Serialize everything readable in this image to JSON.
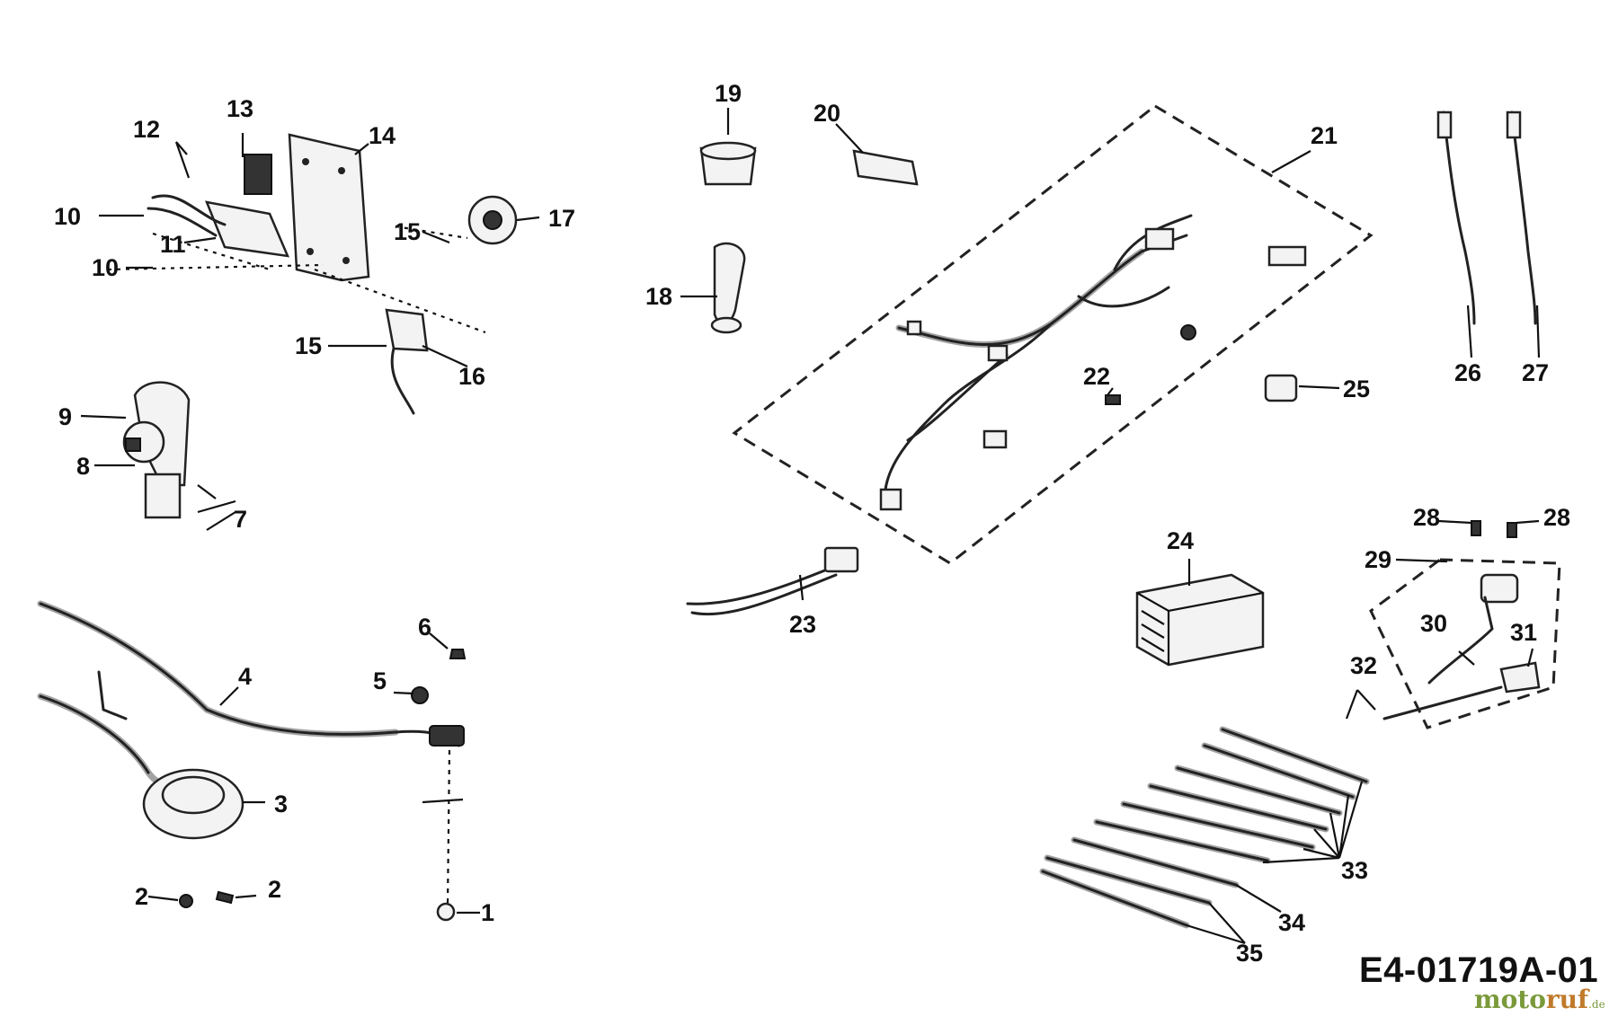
{
  "diagram": {
    "drawing_code": "E4-01719A-01",
    "watermark": {
      "part_a": "moto",
      "part_b": "ruf",
      "part_c": ".de"
    },
    "callouts": [
      "1",
      "2",
      "2",
      "3",
      "4",
      "5",
      "6",
      "7",
      "8",
      "9",
      "10",
      "10",
      "11",
      "12",
      "13",
      "14",
      "15",
      "15",
      "16",
      "17",
      "18",
      "19",
      "20",
      "21",
      "22",
      "23",
      "24",
      "25",
      "26",
      "27",
      "28",
      "28",
      "29",
      "30",
      "31",
      "32",
      "33",
      "34",
      "35"
    ]
  }
}
